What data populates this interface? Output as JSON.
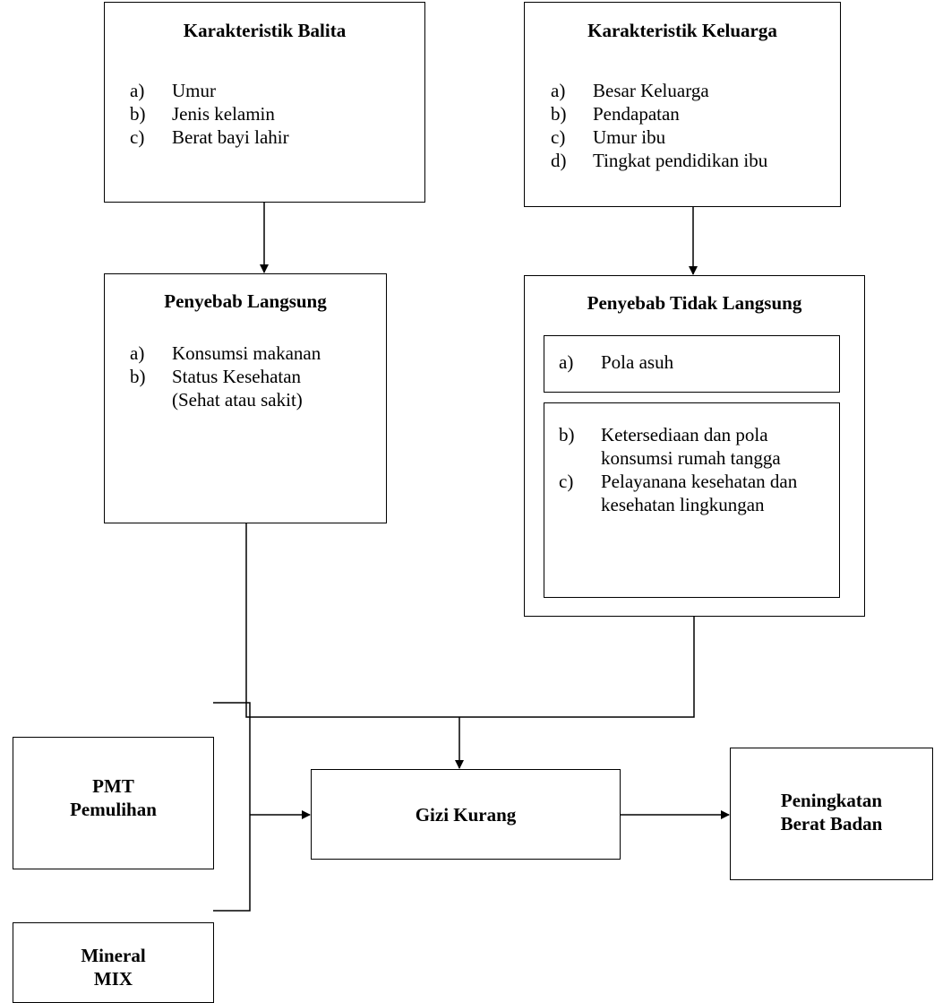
{
  "nodes": {
    "karakteristik_balita": {
      "title": "Karakteristik Balita",
      "items": [
        {
          "marker": "a)",
          "text": "Umur"
        },
        {
          "marker": "b)",
          "text": "Jenis kelamin"
        },
        {
          "marker": "c)",
          "text": "Berat bayi lahir"
        }
      ]
    },
    "karakteristik_keluarga": {
      "title": "Karakteristik Keluarga",
      "items": [
        {
          "marker": "a)",
          "text": "Besar Keluarga"
        },
        {
          "marker": "b)",
          "text": "Pendapatan"
        },
        {
          "marker": "c)",
          "text": "Umur ibu"
        },
        {
          "marker": "d)",
          "text": "Tingkat pendidikan ibu"
        }
      ]
    },
    "penyebab_langsung": {
      "title": "Penyebab Langsung",
      "items": [
        {
          "marker": "a)",
          "text": "Konsumsi makanan"
        },
        {
          "marker": "b)",
          "text": "Status Kesehatan (Sehat atau sakit)"
        }
      ]
    },
    "penyebab_tidak_langsung": {
      "title": "Penyebab Tidak Langsung",
      "group1": [
        {
          "marker": "a)",
          "text": "Pola asuh"
        }
      ],
      "group2": [
        {
          "marker": "b)",
          "text": "Ketersediaan dan pola konsumsi rumah tangga"
        },
        {
          "marker": "c)",
          "text": "Pelayanana kesehatan dan kesehatan lingkungan"
        }
      ]
    },
    "pmt_pemulihan": {
      "line1": "PMT",
      "line2": "Pemulihan"
    },
    "mineral_mix": {
      "line1": "Mineral",
      "line2": "MIX"
    },
    "gizi_kurang": {
      "label": "Gizi Kurang"
    },
    "peningkatan_berat_badan": {
      "line1": "Peningkatan",
      "line2": "Berat Badan"
    }
  },
  "colors": {
    "stroke": "#000000",
    "background": "#ffffff"
  }
}
